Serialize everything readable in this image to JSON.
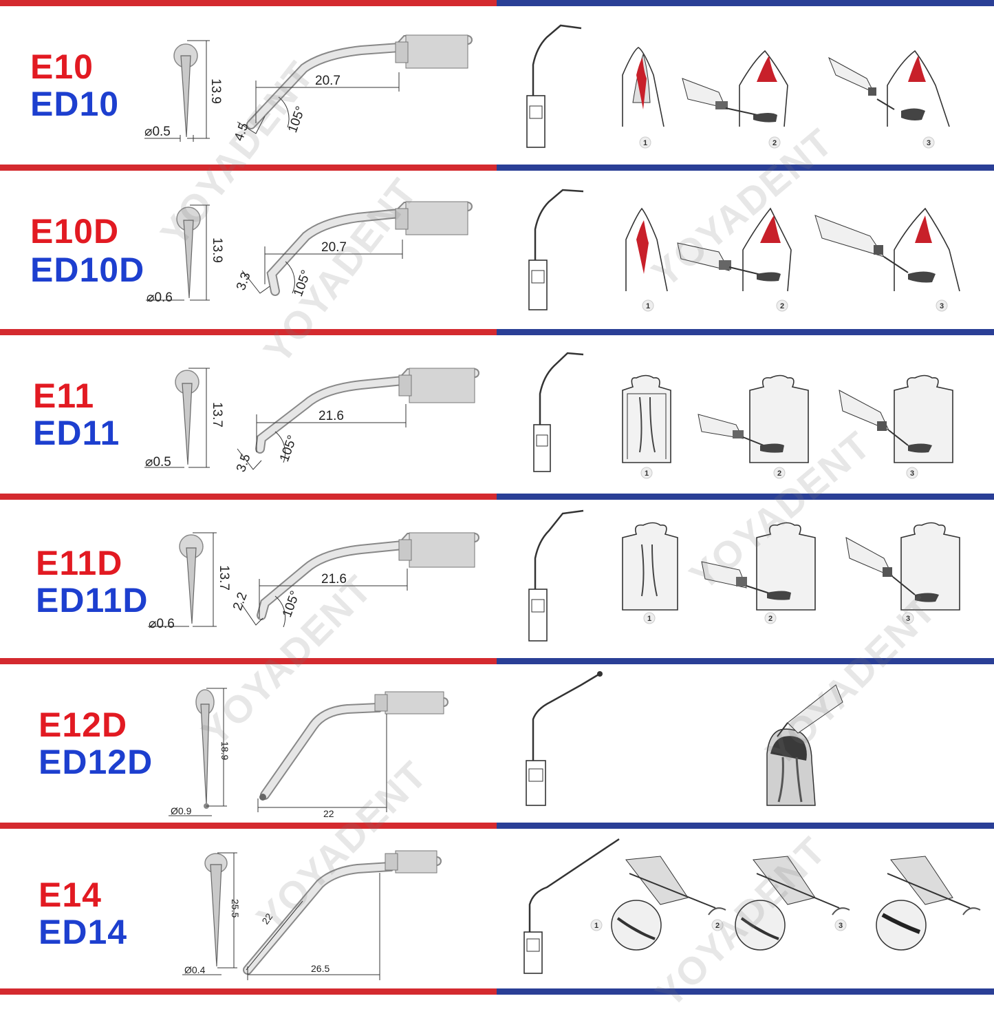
{
  "colors": {
    "red": "#d42a2f",
    "blue": "#2a3f96",
    "code_red": "#e21a22",
    "code_blue": "#1d3fcf"
  },
  "watermark": "YOYADENT",
  "tips": [
    {
      "code_red": "E10",
      "code_blue": "ED10",
      "diameter": "⌀0.5",
      "length": "13.9",
      "reach": "20.7",
      "tip": "4.5",
      "angle": "105°",
      "steps": [
        "1",
        "2",
        "3"
      ]
    },
    {
      "code_red": "E10D",
      "code_blue": "ED10D",
      "diameter": "⌀0.6",
      "length": "13.9",
      "reach": "20.7",
      "tip": "3.3",
      "angle": "105°",
      "steps": [
        "1",
        "2",
        "3"
      ]
    },
    {
      "code_red": "E11",
      "code_blue": "ED11",
      "diameter": "⌀0.5",
      "length": "13.7",
      "reach": "21.6",
      "tip": "3.5",
      "angle": "105°",
      "steps": [
        "1",
        "2",
        "3"
      ]
    },
    {
      "code_red": "E11D",
      "code_blue": "ED11D",
      "diameter": "⌀0.6",
      "length": "13.7",
      "reach": "21.6",
      "tip": "2.2",
      "angle": "105°",
      "steps": [
        "1",
        "2",
        "3"
      ]
    },
    {
      "code_red": "E12D",
      "code_blue": "ED12D",
      "diameter": "Ø0.9",
      "length": "18.9",
      "reach": "22"
    },
    {
      "code_red": "E14",
      "code_blue": "ED14",
      "diameter": "Ø0.4",
      "length": "25.5",
      "reach": "26.5",
      "tip": "22",
      "steps": [
        "1",
        "2",
        "3"
      ]
    }
  ]
}
